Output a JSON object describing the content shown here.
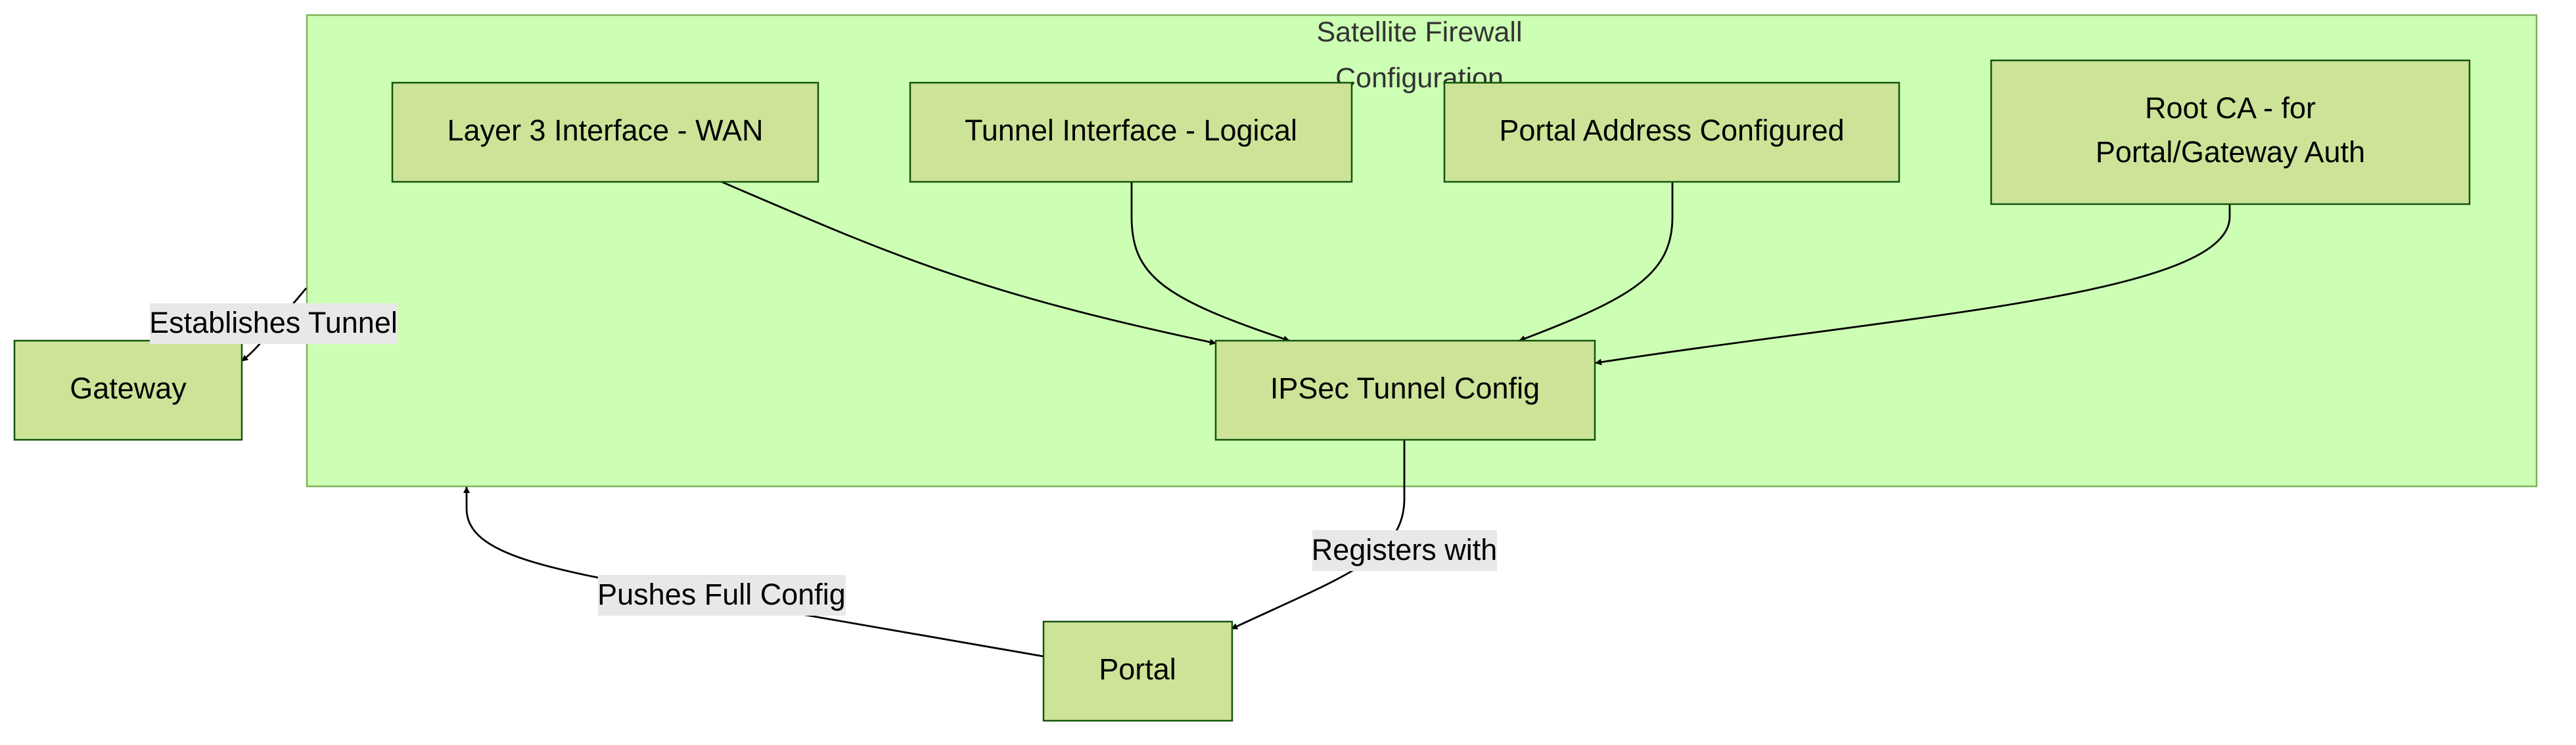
{
  "diagram": {
    "cluster": {
      "title_line1": "Satellite Firewall",
      "title_line2": "Configuration"
    },
    "nodes": {
      "layer3": "Layer 3 Interface - WAN",
      "tunnel_interface": "Tunnel Interface - Logical",
      "portal_address": "Portal Address Configured",
      "root_ca_line1": "Root CA - for",
      "root_ca_line2": "Portal/Gateway Auth",
      "ipsec": "IPSec Tunnel Config",
      "gateway": "Gateway",
      "portal": "Portal"
    },
    "edge_labels": {
      "establishes": "Establishes Tunnel",
      "registers": "Registers with",
      "pushes": "Pushes Full Config"
    },
    "colors": {
      "cluster_fill": "#ccffb3",
      "node_fill": "#cde498",
      "node_border": "#13540c",
      "label_bg": "#e8e8e8"
    }
  }
}
